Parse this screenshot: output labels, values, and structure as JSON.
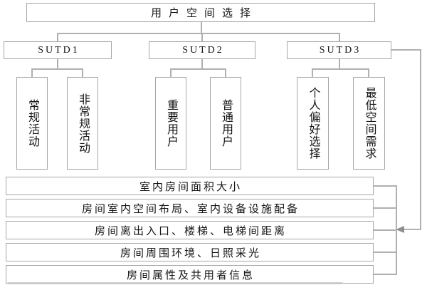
{
  "root": {
    "label": "用户空间选择"
  },
  "branches": [
    {
      "label": "SUTD1",
      "children": [
        {
          "label": "常规活动"
        },
        {
          "label": "非常规活动"
        }
      ]
    },
    {
      "label": "SUTD2",
      "children": [
        {
          "label": "重要用户"
        },
        {
          "label": "普通用户"
        }
      ]
    },
    {
      "label": "SUTD3",
      "children": [
        {
          "label": "个人偏好选择"
        },
        {
          "label": "最低空间需求"
        }
      ]
    }
  ],
  "criteria": [
    {
      "label": "室内房间面积大小"
    },
    {
      "label": "房间室内空间布局、室内设备设施配备"
    },
    {
      "label": "房间离出入口、楼梯、电梯间距离"
    },
    {
      "label": "房间周围环境、日照采光"
    },
    {
      "label": "房间属性及共用者信息"
    }
  ],
  "colors": {
    "line": "#b0b0b0",
    "box_border": "#a6a6a6",
    "text": "#141414",
    "arrow": "#8f8f8f",
    "background": "#ffffff"
  }
}
